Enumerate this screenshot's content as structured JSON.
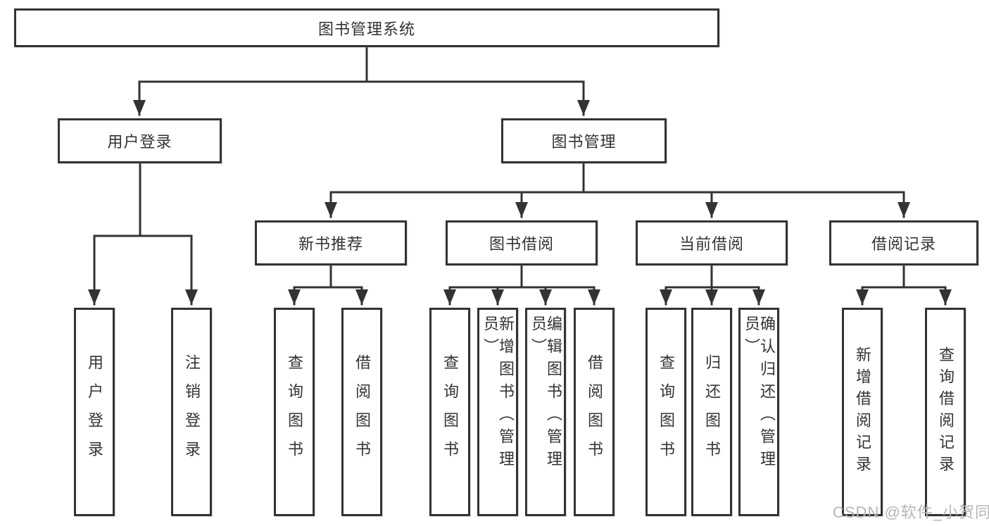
{
  "diagram": {
    "root": {
      "label": "图书管理系统"
    },
    "level2": [
      {
        "label": "用户登录",
        "children": [
          {
            "label": "用户登录"
          },
          {
            "label": "注销登录"
          }
        ]
      },
      {
        "label": "图书管理",
        "children": [
          {
            "label": "新书推荐",
            "children": [
              {
                "label": "查询图书"
              },
              {
                "label": "借阅图书"
              }
            ]
          },
          {
            "label": "图书借阅",
            "children": [
              {
                "label": "查询图书"
              },
              {
                "label": "新增图书（管理员）"
              },
              {
                "label": "编辑图书（管理员）"
              },
              {
                "label": "借阅图书"
              }
            ]
          },
          {
            "label": "当前借阅",
            "children": [
              {
                "label": "查询图书"
              },
              {
                "label": "归还图书"
              },
              {
                "label": "确认归还（管理员）"
              }
            ]
          },
          {
            "label": "借阅记录",
            "children": [
              {
                "label": "新增借阅记录"
              },
              {
                "label": "查询借阅记录"
              }
            ]
          }
        ]
      }
    ],
    "watermark": "CSDN @软件_小贺同学",
    "colors": {
      "line": "#333333",
      "box_border": "#333333",
      "text": "#333333",
      "watermark": "#b5b5b5",
      "background": "#ffffff"
    }
  }
}
